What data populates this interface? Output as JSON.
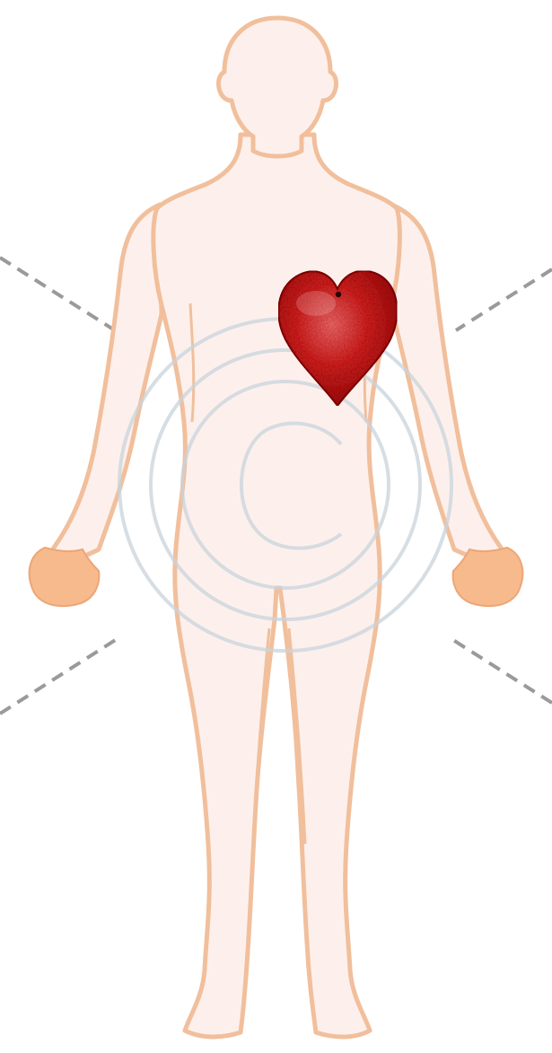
{
  "diagram": {
    "type": "human-body-outline",
    "highlighted_organ": "heart",
    "pointer_lines": 4,
    "watermark": "copyright-symbol"
  },
  "colors": {
    "background": "#ffffff",
    "body_fill": "#fdf0ec",
    "body_outline": "#f1bf9c",
    "hand_fill": "#f6ba8c",
    "heart_red": "#d81d1d",
    "heart_dark": "#8e0707",
    "pointer_line": "#9a9a9a",
    "watermark": "#c9d4dc"
  }
}
